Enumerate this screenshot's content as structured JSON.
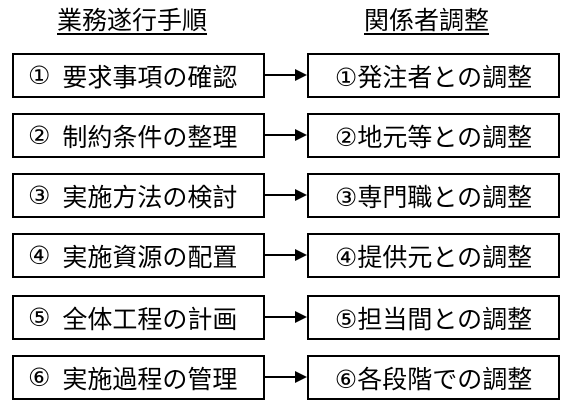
{
  "headers": {
    "left": "業務遂行手順",
    "right": "関係者調整"
  },
  "rows": [
    {
      "num": "①",
      "task": "要求事項の確認",
      "stakeholder": "①発注者との調整"
    },
    {
      "num": "②",
      "task": "制約条件の整理",
      "stakeholder": "②地元等との調整"
    },
    {
      "num": "③",
      "task": "実施方法の検討",
      "stakeholder": "③専門職との調整"
    },
    {
      "num": "④",
      "task": "実施資源の配置",
      "stakeholder": "④提供元との調整"
    },
    {
      "num": "⑤",
      "task": "全体工程の計画",
      "stakeholder": "⑤担当間との調整"
    },
    {
      "num": "⑥",
      "task": "実施過程の管理",
      "stakeholder": "⑥各段階での調整"
    }
  ]
}
